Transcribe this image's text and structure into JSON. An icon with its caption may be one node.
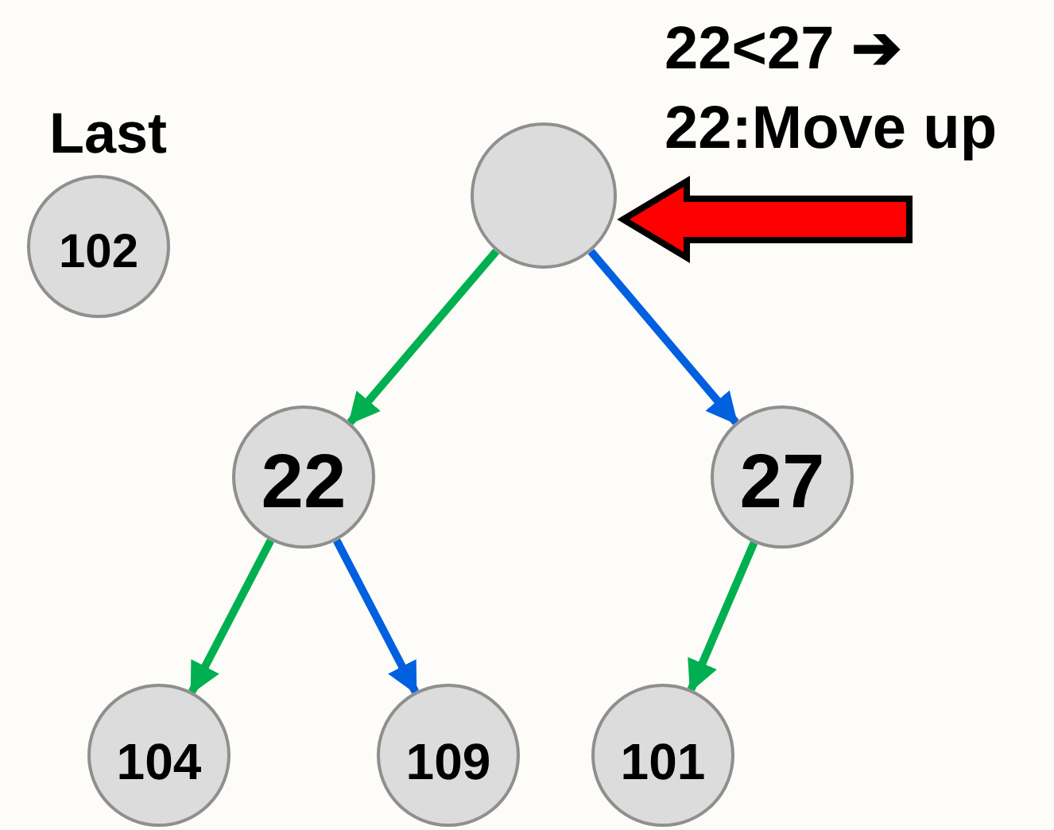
{
  "diagram": {
    "nodes": [
      {
        "text": [],
        "shape": "circle"
      },
      {
        "text": [
          "22"
        ]
      },
      {
        "text": [
          "27"
        ]
      },
      {
        "text": [
          "104"
        ]
      },
      {
        "text": [
          "109"
        ]
      },
      {
        "text": [
          "101"
        ]
      },
      {
        "text": [
          "102"
        ],
        "beside": [
          "Last"
        ]
      }
    ],
    "edges": [
      {
        "from": 0,
        "to": 1,
        "arrow": "to",
        "color": "#00b050"
      },
      {
        "from": 0,
        "to": 2,
        "arrow": "to",
        "color": "#0060e0"
      },
      {
        "from": 1,
        "to": 3,
        "arrow": "to",
        "color": "#00b050"
      },
      {
        "from": 1,
        "to": 4,
        "arrow": "to",
        "color": "#0060e0"
      },
      {
        "from": 2,
        "to": 5,
        "arrow": "to",
        "color": "#00b050"
      },
      {
        "from": null,
        "to": 0,
        "arrow": "to",
        "style": "thick",
        "color": "#ff0000"
      }
    ],
    "labels": [
      "22<27 ➔",
      "22:Move up"
    ]
  }
}
